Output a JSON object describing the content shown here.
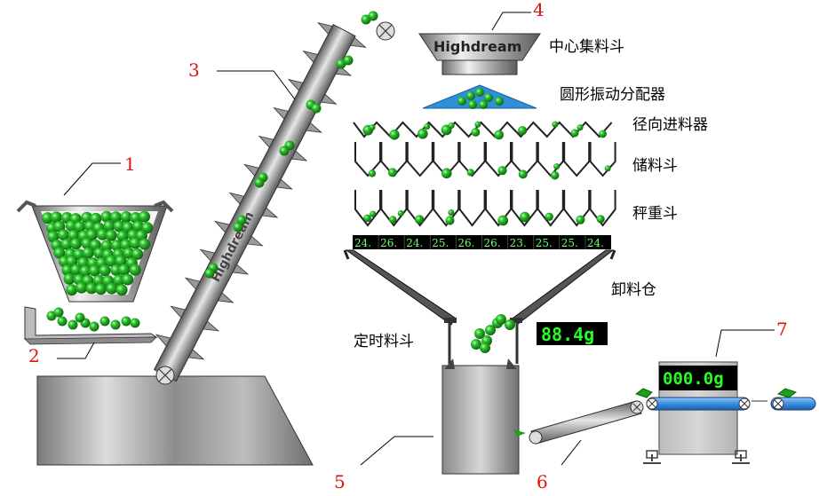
{
  "callouts": [
    "1",
    "2",
    "3",
    "4",
    "5",
    "6",
    "7"
  ],
  "labels": {
    "central_hopper": "中心集料斗",
    "vibration_distributor": "圆形振动分配器",
    "radial_feeder": "径向进料器",
    "storage_hopper": "储料斗",
    "weigh_hopper": "秤重斗",
    "discharge_chute": "卸料仓",
    "timing_hopper": "定时料斗"
  },
  "brand": {
    "hopper_text": "Highdream",
    "conveyor_text": "Highdream"
  },
  "weigh_values": [
    "24.",
    "26.",
    "24.",
    "25.",
    "26.",
    "26.",
    "23.",
    "25.",
    "25.",
    "24."
  ],
  "displays": {
    "combined_weight": "88.4g",
    "checkweigher": "000.0g"
  },
  "colors": {
    "product_green": "#1aa21a",
    "display_text": "#22ff22",
    "distributor_blue": "#2f8fd8",
    "belt_blue": "#3a8ee0",
    "callout_red": "#e01010"
  }
}
